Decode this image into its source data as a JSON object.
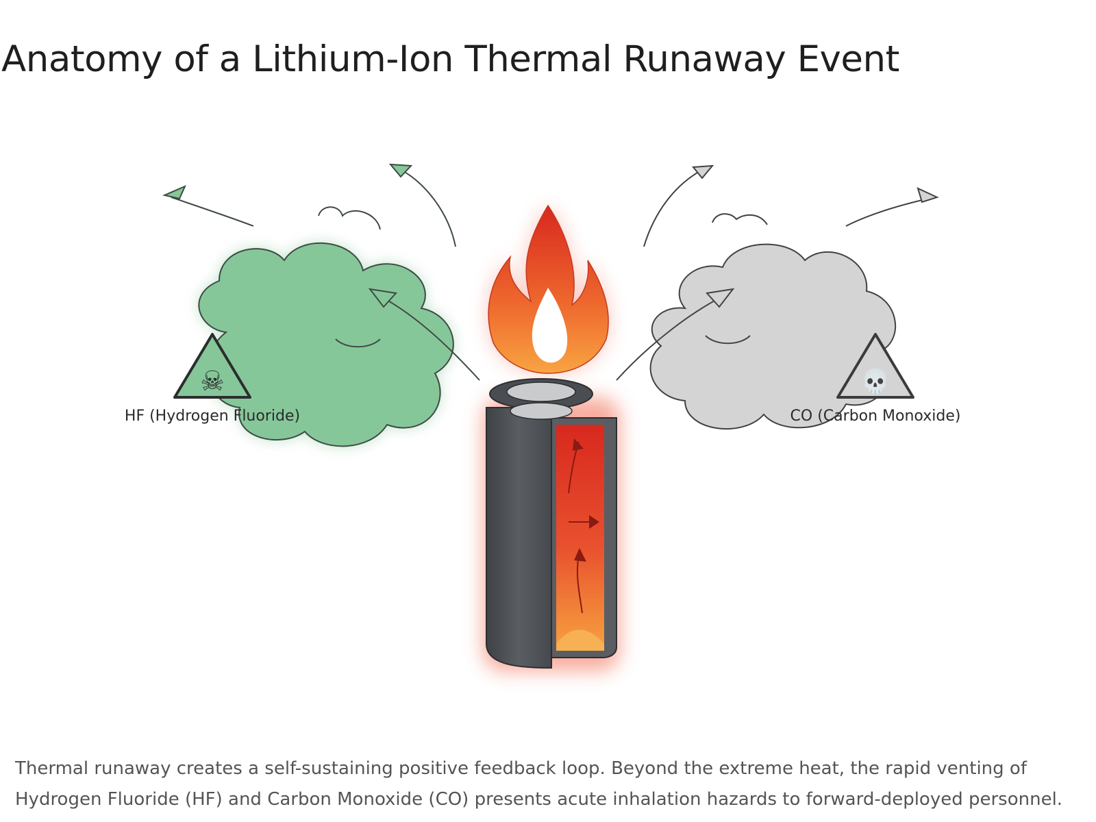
{
  "title": "Anatomy of a Lithium-Ion Thermal Runaway Event",
  "gases": {
    "left": {
      "label": "HF (Hydrogen Fluoride)",
      "color": "#86c79a",
      "icon": "skull-crossbones-icon"
    },
    "right": {
      "label": "CO (Carbon Monoxide)",
      "color": "#d4d4d4",
      "icon": "skull-icon"
    }
  },
  "caption": "Thermal runaway creates a self-sustaining positive feedback loop. Beyond the extreme heat, the rapid venting of Hydrogen Fluoride (HF) and Carbon Monoxide (CO) presents acute inhalation hazards to forward-deployed personnel.",
  "colors": {
    "flame_outer": "#e2452c",
    "flame_inner": "#f59a3c",
    "battery_shell": "#54575b",
    "hot_core": "#e8452c"
  }
}
